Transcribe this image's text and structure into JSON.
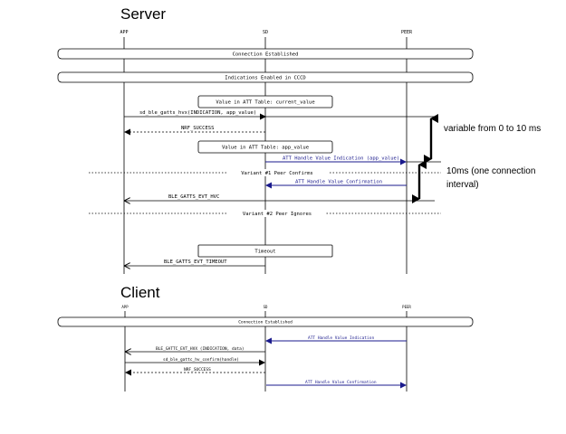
{
  "server": {
    "heading": "Server",
    "participants": [
      "APP",
      "SD",
      "PEER"
    ],
    "banners": [
      "Connection Established",
      "Indications Enabled in CCCD"
    ],
    "state_boxes": [
      "Value in ATT Table: current_value",
      "Value in ATT Table: app_value"
    ],
    "messages": [
      "sd_ble_gatts_hvx(INDICATION, app_value)",
      "NRF_SUCCESS",
      "ATT Handle Value Indication (app_value)",
      "ATT Handle Value Confirmation",
      "BLE_GATTS_EVT_HVC",
      "BLE_GATTS_EVT_TIMEOUT"
    ],
    "variants": [
      "Variant #1 Peer Confirms",
      "Variant #2 Peer Ignores"
    ],
    "timeout_box": "Timeout",
    "annotations": [
      "variable from 0 to 10 ms",
      "10ms (one connection",
      "interval)"
    ]
  },
  "client": {
    "heading": "Client",
    "participants": [
      "APP",
      "SD",
      "PEER"
    ],
    "banner": "Connection Established",
    "messages": [
      "ATT Handle Value Indication",
      "BLE_GATTC_EVT_HVX (INDICATION, data)",
      "sd_ble_gattc_hv_confirm(handle)",
      "NRF_SUCCESS",
      "ATT Handle Value Confirmation"
    ]
  },
  "colors": {
    "blue_message": "#1a1a8c",
    "line": "#000000"
  }
}
